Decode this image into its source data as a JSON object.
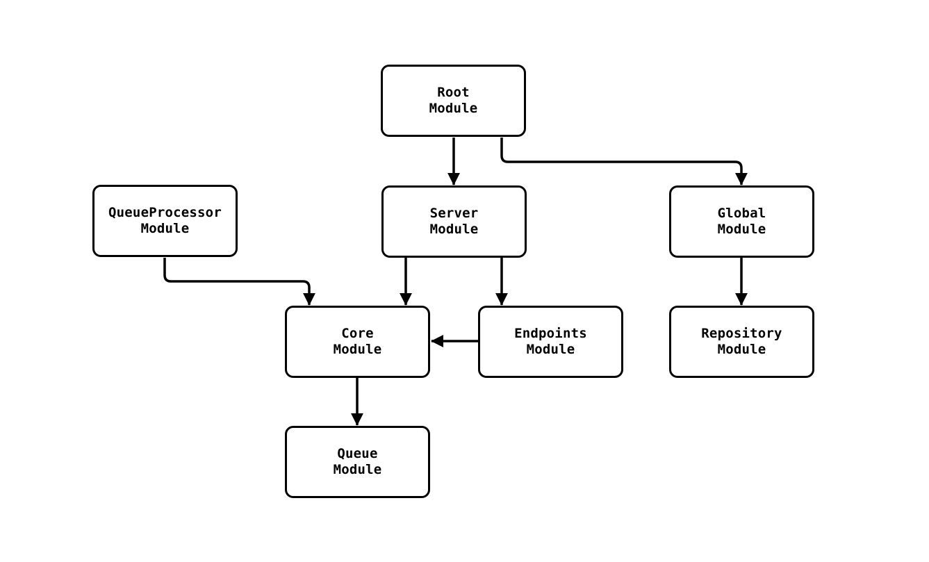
{
  "diagram": {
    "type": "flowchart",
    "description": "Module dependency diagram",
    "nodes": [
      {
        "id": "root",
        "label": "Root\nModule"
      },
      {
        "id": "queueprocessor",
        "label": "QueueProcessor\nModule"
      },
      {
        "id": "server",
        "label": "Server\nModule"
      },
      {
        "id": "global",
        "label": "Global\nModule"
      },
      {
        "id": "core",
        "label": "Core\nModule"
      },
      {
        "id": "endpoints",
        "label": "Endpoints\nModule"
      },
      {
        "id": "repository",
        "label": "Repository\nModule"
      },
      {
        "id": "queue",
        "label": "Queue\nModule"
      }
    ],
    "edges": [
      {
        "from": "Root Module",
        "to": "Server Module"
      },
      {
        "from": "Root Module",
        "to": "Global Module"
      },
      {
        "from": "QueueProcessor Module",
        "to": "Core Module"
      },
      {
        "from": "Server Module",
        "to": "Core Module"
      },
      {
        "from": "Server Module",
        "to": "Endpoints Module"
      },
      {
        "from": "Endpoints Module",
        "to": "Core Module"
      },
      {
        "from": "Global Module",
        "to": "Repository Module"
      },
      {
        "from": "Core Module",
        "to": "Queue Module"
      }
    ],
    "colors": {
      "background": "#ffffff",
      "node_fill": "#ffffff",
      "node_border": "#000000",
      "edge": "#000000",
      "text": "#000000"
    }
  }
}
